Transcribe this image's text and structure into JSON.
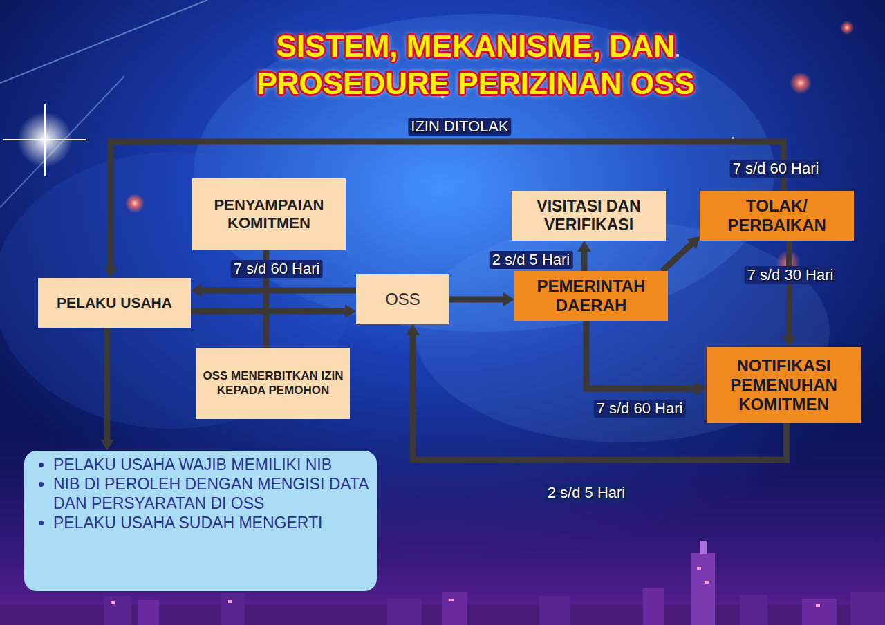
{
  "diagram": {
    "title": "SISTEM, MEKANISME, DAN PROSEDURE PERIZINAN OSS",
    "nodes": [
      {
        "text": [
          "PENYAMPAIAN KOMITMEN"
        ]
      },
      {
        "text": [
          "VISITASI DAN VERIFIKASI"
        ]
      },
      {
        "text": [
          "TOLAK/ PERBAIKAN"
        ]
      },
      {
        "text": [
          "PELAKU USAHA"
        ]
      },
      {
        "text": [
          "OSS"
        ]
      },
      {
        "text": [
          "PEMERINTAH DAERAH"
        ]
      },
      {
        "text": [
          "OSS MENERBITKAN IZIN KEPADA PEMOHON"
        ]
      },
      {
        "text": [
          "NOTIFIKASI PEMENUHAN KOMITMEN"
        ]
      },
      {
        "text": [
          "PELAKU USAHA WAJIB MEMILIKI NIB",
          "NIB DI PEROLEH DENGAN MENGISI DATA DAN PERSYARATAN DI OSS",
          "PELAKU USAHA SUDAH MENGERTI"
        ]
      }
    ],
    "edges": [
      {
        "from": 2,
        "to": 3,
        "arrow": "to",
        "label": "IZIN DITOLAK"
      },
      {
        "from": 4,
        "to": 3,
        "arrow": "to",
        "label": "7 s/d 60 Hari"
      },
      {
        "from": 3,
        "to": 4,
        "arrow": "to"
      },
      {
        "from": 0,
        "to": 6,
        "arrow": "none"
      },
      {
        "from": 4,
        "to": 5,
        "arrow": "to"
      },
      {
        "from": 5,
        "to": 1,
        "arrow": "to",
        "label": "2 s/d 5 Hari"
      },
      {
        "from": 5,
        "to": 2,
        "arrow": "to"
      },
      {
        "from": 2,
        "to": 7,
        "arrow": "to",
        "label": "7 s/d 30 Hari"
      },
      {
        "from": 5,
        "to": 7,
        "arrow": "to",
        "label": "7 s/d 60 Hari"
      },
      {
        "from": 7,
        "to": 4,
        "arrow": "to",
        "label": "2 s/d 5 Hari"
      },
      {
        "from": 3,
        "to": 8,
        "arrow": "to"
      }
    ],
    "labels": [
      "7 s/d 60 Hari"
    ]
  }
}
